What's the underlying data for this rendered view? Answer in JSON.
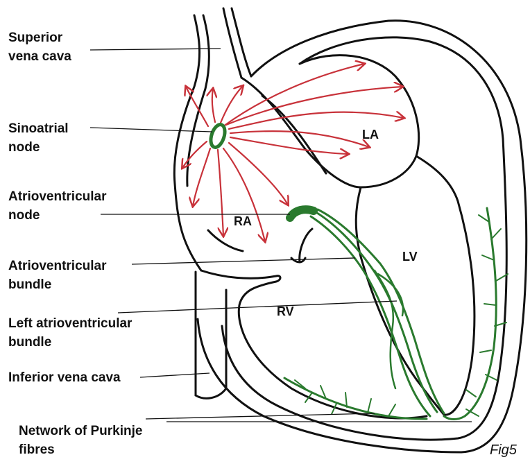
{
  "labels": {
    "superior_vena_cava": [
      "Superior",
      "vena cava"
    ],
    "sinoatrial_node": [
      "Sinoatrial",
      "node"
    ],
    "atrioventricular_node": [
      "Atrioventricular",
      "node"
    ],
    "atrioventricular_bundle": [
      "Atrioventricular",
      "bundle"
    ],
    "left_atrioventricular_bundle": [
      "Left atrioventricular",
      "bundle"
    ],
    "inferior_vena_cava": [
      "Inferior vena cava"
    ],
    "network_of_purkinje_fibres": [
      "Network of Purkinje",
      "fibres"
    ]
  },
  "chambers": {
    "ra": "RA",
    "la": "LA",
    "rv": "RV",
    "lv": "LV"
  },
  "caption": "Fig5",
  "colors": {
    "outline": "#111111",
    "impulse_arrows": "#c8323a",
    "conduction_system": "#2a7a2e",
    "background": "#ffffff"
  }
}
